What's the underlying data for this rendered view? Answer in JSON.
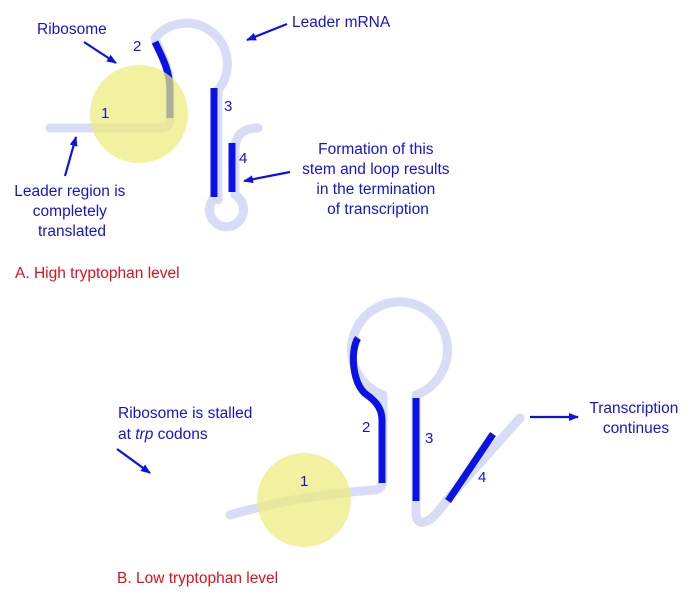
{
  "panel_a": {
    "caption": "A. High tryptophan level",
    "ribosome_label": "Ribosome",
    "mrna_label": "Leader mRNA",
    "leader_note": [
      "Leader region is",
      "completely",
      "translated"
    ],
    "stem_note": [
      "Formation of this",
      "stem and loop results",
      "in the termination",
      "of transcription"
    ],
    "regions": [
      "1",
      "2",
      "3",
      "4"
    ]
  },
  "panel_b": {
    "caption": "B. Low tryptophan level",
    "stall_note_line1": "Ribosome is stalled",
    "stall_note_at": "at ",
    "stall_note_trp": "trp",
    "stall_note_codons": " codons",
    "continue_note": [
      "Transcription",
      "continues"
    ],
    "regions": [
      "1",
      "2",
      "3",
      "4"
    ]
  },
  "colors": {
    "mrna": "#d9dcf6",
    "segment": "#0a12e6",
    "ribosome": "#ecec7c",
    "label": "#1414d2",
    "caption": "#e0101a"
  }
}
